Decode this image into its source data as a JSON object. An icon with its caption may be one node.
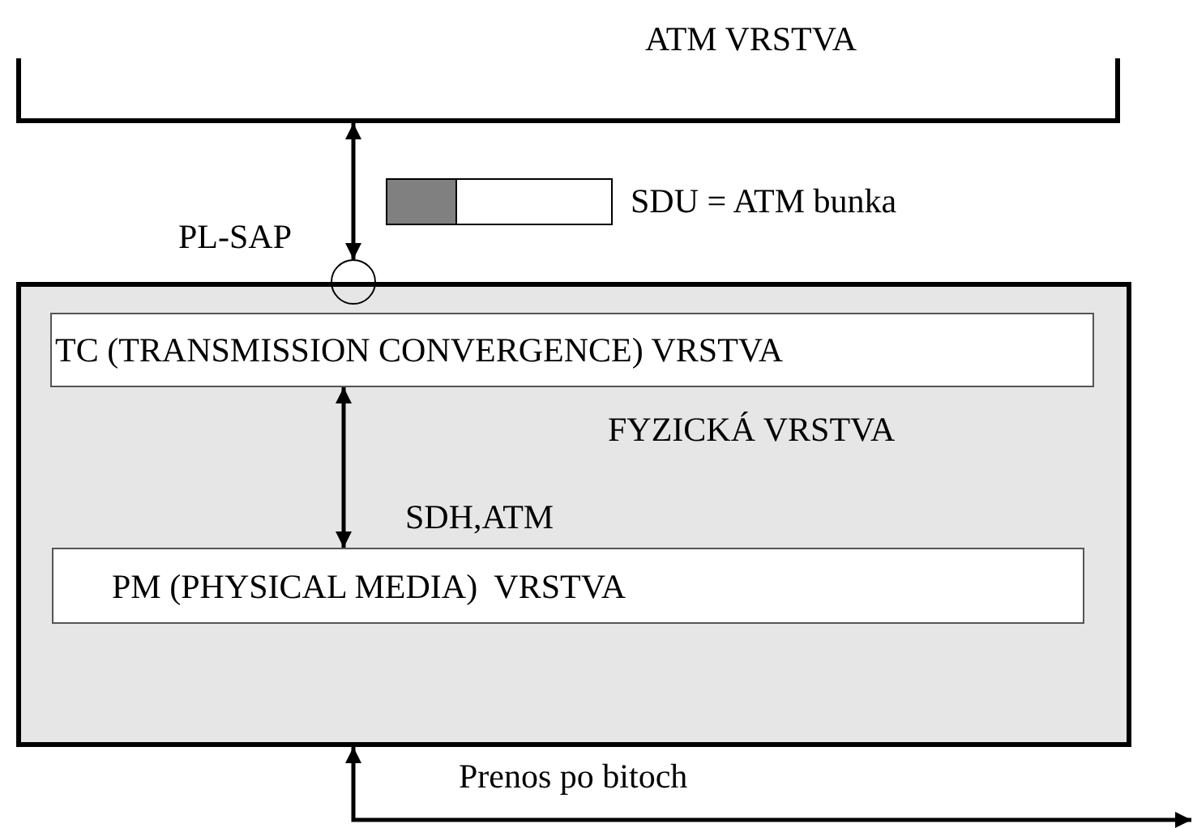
{
  "diagram": {
    "nodes": [
      {
        "text": [
          "ATM VRSTVA"
        ]
      },
      {
        "text": [
          "FYZICKÁ VRSTVA"
        ]
      },
      {
        "text": [
          "TC (TRANSMISSION CONVERGENCE) VRSTVA"
        ],
        "in": 1
      },
      {
        "text": [
          "PM (PHYSICAL MEDIA)  VRSTVA"
        ],
        "in": 1
      },
      {
        "text": [],
        "shape": "circle",
        "beside": [
          "PL-SAP"
        ]
      },
      {
        "text": [],
        "shape": "bar",
        "beside": [
          "SDU = ATM bunka"
        ]
      }
    ],
    "edges": [
      {
        "from": 0,
        "to": 4,
        "arrow": "both"
      },
      {
        "from": 2,
        "to": 3,
        "arrow": "both",
        "label": "SDH,ATM"
      },
      {
        "from": 1,
        "to": null,
        "arrow": "both",
        "label": "Prenos po bitoch"
      }
    ]
  }
}
